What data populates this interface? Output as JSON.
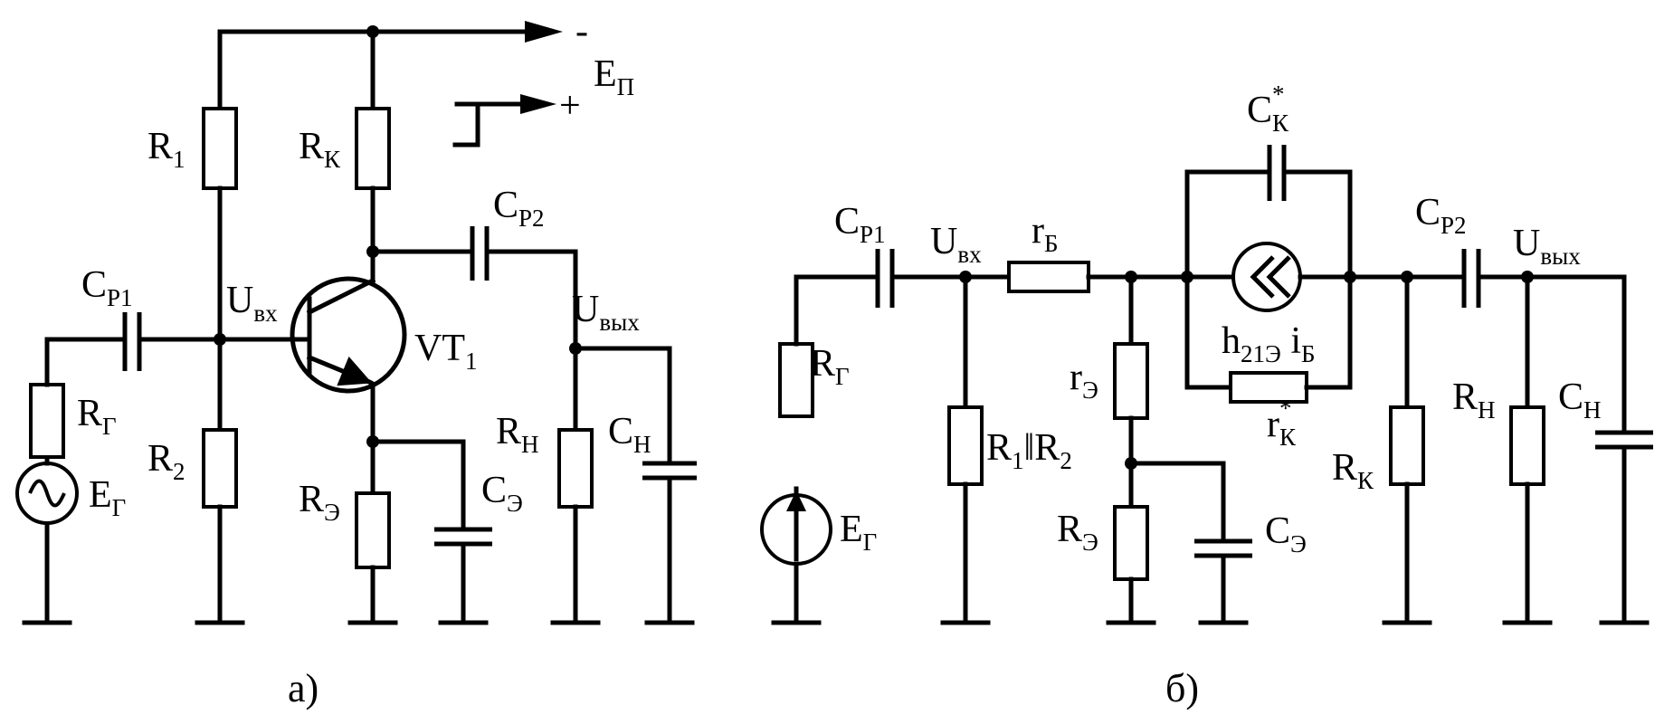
{
  "panel_a": {
    "caption": "а)",
    "labels": {
      "minus": "-",
      "plus": "+",
      "ep": "E",
      "ep_sub": "П",
      "r1": "R",
      "r1_sub": "1",
      "rk": "R",
      "rk_sub": "К",
      "cp1": "C",
      "cp1_sub": "P1",
      "cp2": "C",
      "cp2_sub": "P2",
      "uvx": "U",
      "uvx_sub": "вх",
      "uvyx": "U",
      "uvyx_sub": "вых",
      "vt": "VT",
      "vt_sub": "1",
      "rg": "R",
      "rg_sub": "Г",
      "eg": "E",
      "eg_sub": "Г",
      "r2": "R",
      "r2_sub": "2",
      "re": "R",
      "re_sub": "Э",
      "ce": "C",
      "ce_sub": "Э",
      "rh": "R",
      "rh_sub": "Н",
      "ch": "C",
      "ch_sub": "Н"
    }
  },
  "panel_b": {
    "caption": "б)",
    "labels": {
      "ck": "C",
      "ck_sub": "К",
      "ck_sup": "*",
      "cp1": "C",
      "cp1_sub": "P1",
      "uvx": "U",
      "uvx_sub": "вх",
      "rb": "r",
      "rb_sub": "Б",
      "cp2": "C",
      "cp2_sub": "P2",
      "uvyx": "U",
      "uvyx_sub": "вых",
      "h21_a": "h",
      "h21_sub": "21Э",
      "h21_b": " i",
      "h21_sub2": "Б",
      "rg": "R",
      "rg_sub": "Г",
      "re_small": "r",
      "re_small_sub": "Э",
      "rk_star": "r",
      "rk_star_sub": "К",
      "rk_star_sup": "*",
      "rh": "R",
      "rh_sub": "Н",
      "ch": "C",
      "ch_sub": "Н",
      "r12_a": "R",
      "r12_sub1": "1",
      "r12_mid": "‖R",
      "r12_sub2": "2",
      "rk": "R",
      "rk_sub": "К",
      "re": "R",
      "re_sub": "Э",
      "ce": "C",
      "ce_sub": "Э",
      "eg": "E",
      "eg_sub": "Г"
    }
  }
}
